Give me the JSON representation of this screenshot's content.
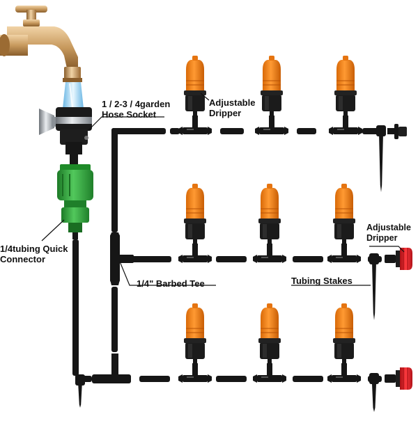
{
  "labels": {
    "hose_socket_line1": "1 / 2-3 / 4garden",
    "hose_socket_line2": "Hose Socket",
    "adjustable_dripper_top_line1": "Adjustable",
    "adjustable_dripper_top_line2": "Dripper",
    "adjustable_dripper_right_line1": "Adjustable",
    "adjustable_dripper_right_line2": "Dripper",
    "quick_connector_line1": "1/4tubing Quick",
    "quick_connector_line2": "Connector",
    "barbed_tee": "1/4\" Barbed Tee",
    "tubing_stakes": "Tubing Stakes"
  },
  "colors": {
    "tubing": "#161616",
    "dripper_cap": "#f07d12",
    "dripper_cap_shade": "#c85e05",
    "red_dripper": "#e0161e",
    "connector_green": "#2fa33a",
    "faucet_brass": "#c89a5e",
    "faucet_chrome": "#b9bec4",
    "water": "#7cc3e8"
  },
  "icons": {
    "faucet": "faucet-icon",
    "dripper": "adjustable-dripper-icon",
    "tee": "barbed-tee-icon",
    "stake": "tubing-stake-icon"
  }
}
